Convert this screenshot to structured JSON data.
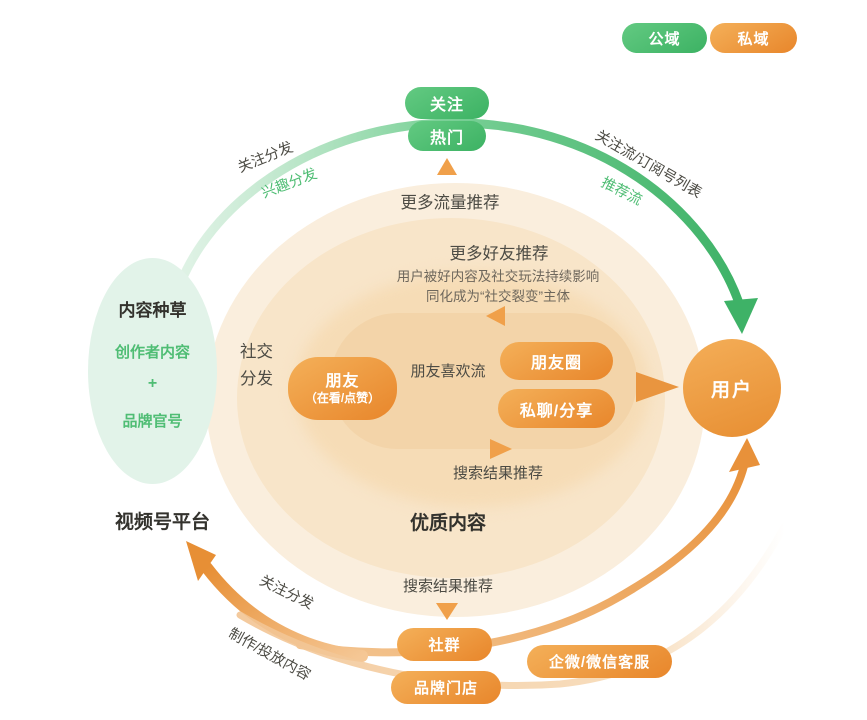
{
  "legend": {
    "public_label": "公域",
    "private_label": "私域"
  },
  "top_pills": {
    "follow": "关注",
    "trending": "热门"
  },
  "arc_labels": {
    "top_left_outer": "关注分发",
    "top_left_inner": "兴趣分发",
    "top_right_outer": "关注流/订阅号列表",
    "top_right_inner": "推荐流",
    "bottom_left_outer": "关注分发",
    "bottom_left_inner": "制作/投放内容"
  },
  "platform": {
    "bubble_title": "内容种草",
    "creator_line": "创作者内容",
    "plus": "+",
    "brand_line": "品牌官号",
    "caption": "视频号平台"
  },
  "funnel": {
    "traffic_reco": "更多流量推荐",
    "friend_reco": "更多好友推荐",
    "influence_line1": "用户被好内容及社交玩法持续影响",
    "influence_line2": "同化成为“社交裂变”主体",
    "social_dispatch_l1": "社交",
    "social_dispatch_l2": "分发",
    "friends_pill": "朋友",
    "friends_pill_sub": "（在看/点赞）",
    "friends_like_flow": "朋友喜欢流",
    "moments_pill": "朋友圈",
    "private_chat_pill": "私聊/分享",
    "search_reco_inner": "搜索结果推荐",
    "quality_content": "优质内容",
    "search_reco_outer": "搜索结果推荐"
  },
  "user_label": "用户",
  "private_nodes": {
    "community": "社群",
    "brand_store": "品牌门店",
    "wecom_service": "企微/微信客服"
  },
  "colors": {
    "public_green": "#3eb267",
    "private_orange": "#e8872b",
    "peach_outer": "#faeedd",
    "peach_mid": "#f8e5c9",
    "peach_core": "#f3d4a9",
    "mint": "#e2f3e9",
    "text_dark": "#4c4b44",
    "text_green": "#4fbd74"
  }
}
